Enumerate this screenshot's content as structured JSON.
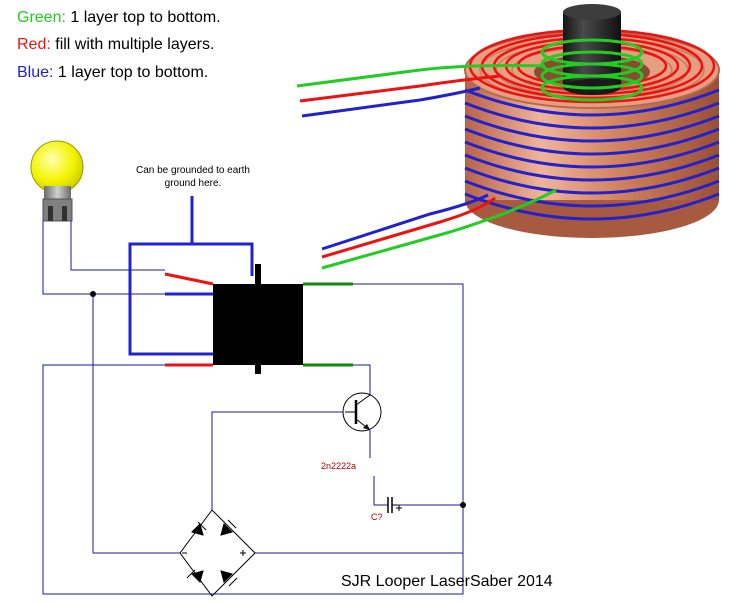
{
  "legend": {
    "green_key": "Green:",
    "green_text": " 1 layer top to bottom.",
    "red_key": "Red:",
    "red_text": " fill with multiple layers.",
    "blue_key": "Blue:",
    "blue_text": " 1 layer top to bottom."
  },
  "annotations": {
    "ground_note": "Can be grounded to earth ground here.",
    "transistor_label": "2n2222a",
    "capacitor_label": "C?",
    "title": "SJR Looper LaserSaber 2014"
  },
  "colors": {
    "green_wire": "#22cc22",
    "red_wire": "#ee1111",
    "blue_wire": "#2222cc",
    "circuit_wire": "#1a1aa0",
    "copper": "#d98a6a",
    "ferrite_core": "#2a2a2a",
    "bulb": "#f2f200",
    "component_black": "#000000",
    "label_red": "#b00000"
  },
  "icons": {
    "bulb": "light-bulb-icon",
    "transformer": "transformer-core-icon",
    "transistor": "npn-transistor-icon",
    "capacitor": "capacitor-icon",
    "bridge": "bridge-rectifier-icon",
    "coil": "toroid-coil-icon"
  }
}
